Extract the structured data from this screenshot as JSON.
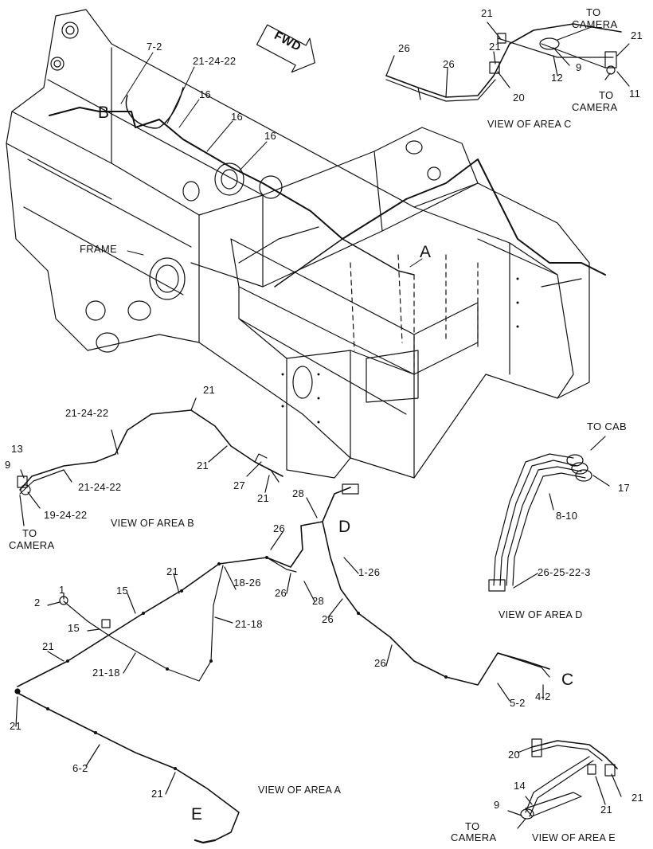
{
  "fwd_label": "FWD",
  "frame_label": "FRAME",
  "area_letters": {
    "A": "A",
    "B": "B",
    "C": "C",
    "D": "D",
    "E": "E"
  },
  "top_callouts": {
    "c7_2": "7-2",
    "c21_24_22": "21-24-22",
    "c16a": "16",
    "c16b": "16",
    "c16c": "16"
  },
  "area_c": {
    "title": "VIEW OF AREA C",
    "labels": {
      "l21a": "21",
      "l21b": "21",
      "l21c": "21",
      "l26a": "26",
      "l26b": "26",
      "l20": "20",
      "l12": "12",
      "l9": "9",
      "l11": "11"
    },
    "to_camera_1": [
      "TO",
      "CAMERA"
    ],
    "to_camera_2": [
      "TO",
      "CAMERA"
    ]
  },
  "area_b": {
    "title": "VIEW OF AREA B",
    "labels": {
      "l21a": "21",
      "l21_24_22a": "21-24-22",
      "l13": "13",
      "l9": "9",
      "l21_24_22b": "21-24-22",
      "l19_24_22": "19-24-22",
      "l21b": "21",
      "l27": "27",
      "l21c": "21"
    },
    "to_camera": [
      "TO",
      "CAMERA"
    ]
  },
  "area_d": {
    "title": "VIEW OF AREA D",
    "to_cab": "TO CAB",
    "labels": {
      "l17": "17",
      "l8_10": "8-10",
      "l26_25_22_3": "26-25-22-3"
    }
  },
  "area_a": {
    "title": "VIEW OF AREA  A",
    "labels": {
      "l28a": "28",
      "l26a": "26",
      "l1_26": "1-26",
      "l21a": "21",
      "l18_26": "18-26",
      "l26b": "26",
      "l28b": "28",
      "l1": "1",
      "l2": "2",
      "l15a": "15",
      "l15b": "15",
      "l21_18a": "21-18",
      "l26c": "26",
      "l21b": "21",
      "l21_18b": "21-18",
      "l26d": "26",
      "l5_2": "5-2",
      "l4_2": "4-2",
      "l21c": "21",
      "l6_2": "6-2",
      "l21d": "21"
    }
  },
  "area_e": {
    "title": "VIEW OF AREA E",
    "labels": {
      "l20": "20",
      "l14": "14",
      "l21a": "21",
      "l9": "9",
      "l21b": "21"
    },
    "to_camera": [
      "TO",
      "CAMERA"
    ]
  }
}
